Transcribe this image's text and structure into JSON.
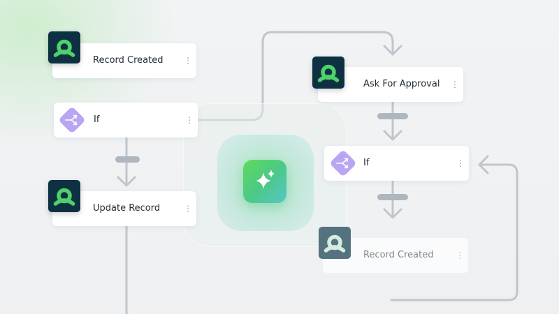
{
  "workflow": {
    "nodes": [
      {
        "id": "record-created",
        "label": "Record Created",
        "icon": "logo-icon"
      },
      {
        "id": "if-left",
        "label": "If",
        "icon": "branch-icon"
      },
      {
        "id": "update-record",
        "label": "Update Record",
        "icon": "logo-icon"
      },
      {
        "id": "ask-for-approval",
        "label": "Ask For Approval",
        "icon": "logo-icon"
      },
      {
        "id": "if-right",
        "label": "If",
        "icon": "branch-icon"
      },
      {
        "id": "record-created-2",
        "label": "Record Created",
        "icon": "logo-icon"
      }
    ],
    "menu_glyph": "⋮"
  },
  "ai_button": {
    "icon": "sparkle-icon"
  },
  "colors": {
    "tile": "#0e3142",
    "logo_green": "#4fd06a",
    "diamond": "#b9a6f3",
    "connector": "#bfc6cd",
    "accent_gradient": [
      "#5ddc5a",
      "#55c6c8"
    ]
  }
}
